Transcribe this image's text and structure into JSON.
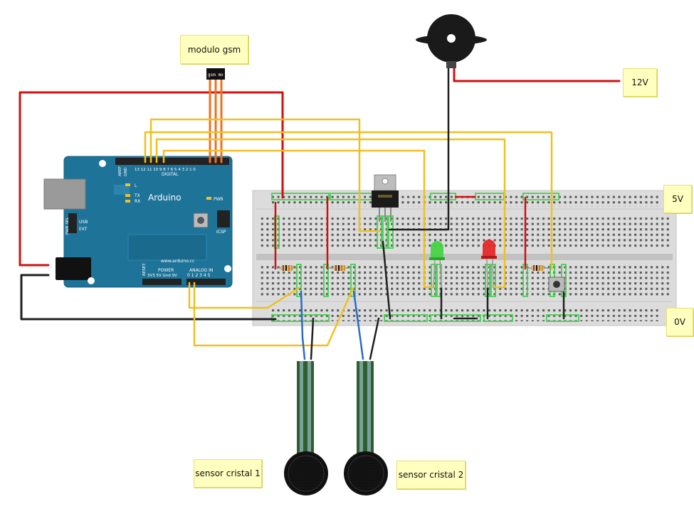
{
  "notes": {
    "gsm_module": "modulo gsm",
    "v12": "12V",
    "v5": "5V",
    "v0": "0V",
    "sensor1": "sensor cristal 1",
    "sensor2": "sensor cristal 2"
  },
  "arduino": {
    "name": "Arduino",
    "url": "www.arduino.cc",
    "digital": "DIGITAL",
    "analog_in": "ANALOG IN",
    "power": "POWER",
    "reset": "RESET",
    "icsp": "ICSP",
    "pwr": "PWR",
    "tx": "TX",
    "rx": "RX",
    "l": "L",
    "usb": "USB",
    "ext": "EXT",
    "pwr_sel": "PWR SEL",
    "aref": "AREF",
    "gnd": "GND",
    "power_pins": "3V3 5V Gnd 9V",
    "analog_pins": "0 1 2 3 4 5",
    "digital_pins": "13 12 11 10 9 8   7 6 5 4 3 2 1 0"
  },
  "gsm_chip_label": "gsm mo",
  "colors": {
    "red_wire": "#d01010",
    "black_wire": "#202020",
    "yellow_wire": "#f0c020",
    "orange_wire": "#f07020",
    "blue_wire": "#2a6ac8",
    "arduino_board": "#1e7399",
    "breadboard": "#dcdcdc",
    "note_bg": "#ffffc0"
  }
}
